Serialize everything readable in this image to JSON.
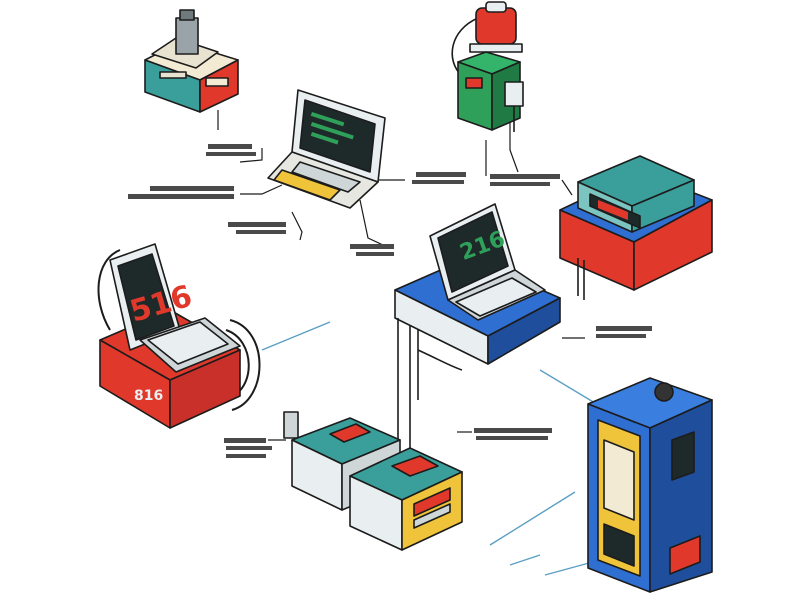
{
  "palette": {
    "outline": "#1c1c1c",
    "teal": "#3a9e9a",
    "teal_light": "#7cc4c0",
    "red": "#e0392b",
    "blue": "#2f6fd1",
    "blue_dark": "#1f4f9c",
    "green": "#2fa05a",
    "cream": "#f3ead3",
    "screen": "#1e2a2a",
    "line": "#4a8fb5",
    "yellow": "#f0c43a"
  },
  "screens": {
    "center_terminal": "216",
    "left_station": "516"
  },
  "panels": {
    "left_station_panel": "816"
  },
  "icons": [
    "press-icon",
    "laptop-icon",
    "extruder-icon",
    "blender-icon",
    "terminal-icon",
    "station-icon",
    "cabinet-icon",
    "hotplate-icon"
  ]
}
